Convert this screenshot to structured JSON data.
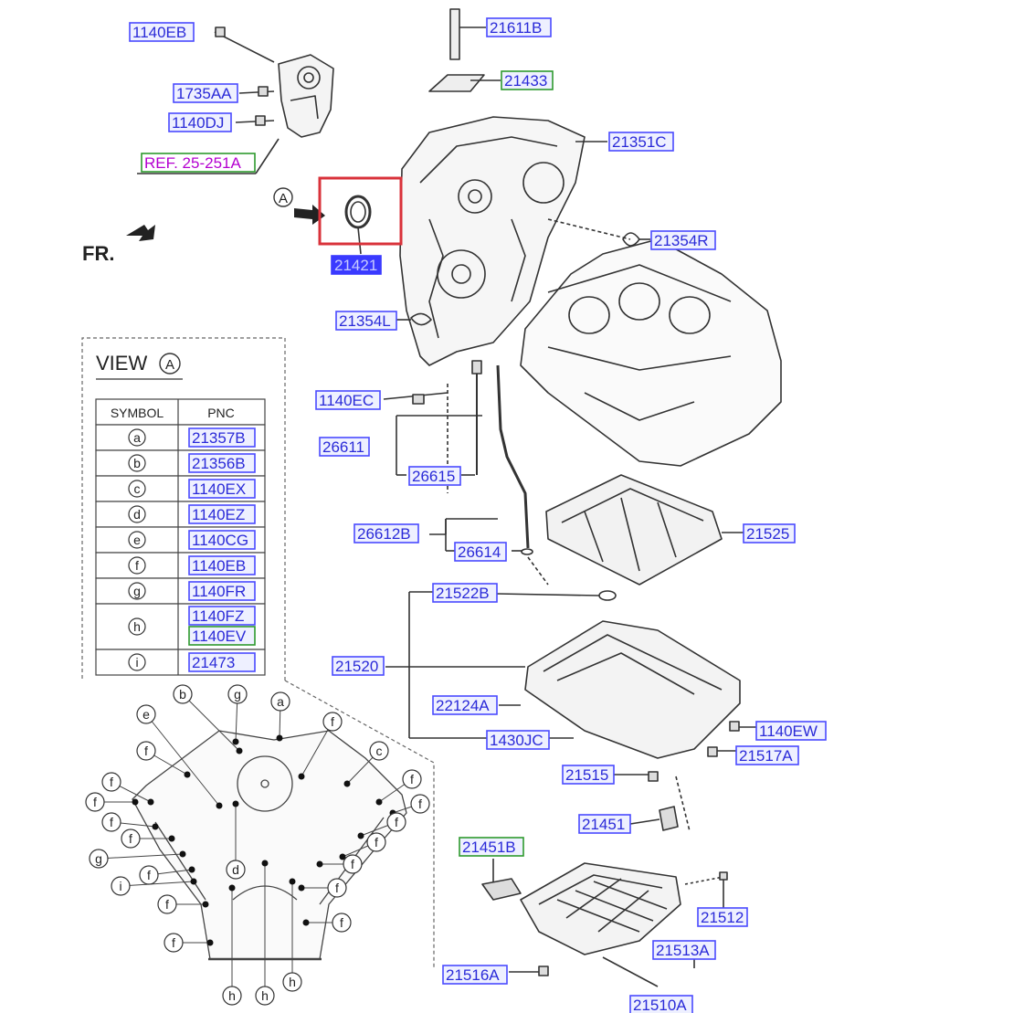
{
  "colors": {
    "label_text": "#2a2ad8",
    "label_border_blue": "#4a4aff",
    "label_border_green": "#2e9a2e",
    "label_fill": "#eef0ff",
    "highlight_fill": "#3a3aff",
    "highlight_text": "#c8ccff",
    "ref_text": "#b400d0",
    "highlight_frame": "#d9323a",
    "line": "#333333"
  },
  "diagram": {
    "direction_label": "FR.",
    "view_marker": "A",
    "view": {
      "title": "VIEW",
      "marker": "A",
      "columns": [
        "SYMBOL",
        "PNC"
      ],
      "rows": [
        {
          "symbol": "a",
          "pnc": [
            "21357B"
          ]
        },
        {
          "symbol": "b",
          "pnc": [
            "21356B"
          ]
        },
        {
          "symbol": "c",
          "pnc": [
            "1140EX"
          ]
        },
        {
          "symbol": "d",
          "pnc": [
            "1140EZ"
          ]
        },
        {
          "symbol": "e",
          "pnc": [
            "1140CG"
          ]
        },
        {
          "symbol": "f",
          "pnc": [
            "1140EB"
          ]
        },
        {
          "symbol": "g",
          "pnc": [
            "1140FR"
          ]
        },
        {
          "symbol": "h",
          "pnc": [
            "1140FZ",
            "1140EV"
          ]
        },
        {
          "symbol": "i",
          "pnc": [
            "21473"
          ]
        }
      ]
    },
    "callouts": [
      {
        "text": "1140EB",
        "style": "blue"
      },
      {
        "text": "1735AA",
        "style": "blue"
      },
      {
        "text": "1140DJ",
        "style": "blue"
      },
      {
        "text": "REF. 25-251A",
        "style": "ref"
      },
      {
        "text": "21611B",
        "style": "blue"
      },
      {
        "text": "21433",
        "style": "green"
      },
      {
        "text": "21351C",
        "style": "blue"
      },
      {
        "text": "21421",
        "style": "highlight"
      },
      {
        "text": "21354R",
        "style": "blue"
      },
      {
        "text": "21354L",
        "style": "blue"
      },
      {
        "text": "1140EC",
        "style": "blue"
      },
      {
        "text": "26611",
        "style": "blue"
      },
      {
        "text": "26615",
        "style": "blue"
      },
      {
        "text": "26612B",
        "style": "blue"
      },
      {
        "text": "26614",
        "style": "blue"
      },
      {
        "text": "21525",
        "style": "blue"
      },
      {
        "text": "21522B",
        "style": "blue"
      },
      {
        "text": "21520",
        "style": "blue"
      },
      {
        "text": "22124A",
        "style": "blue"
      },
      {
        "text": "1430JC",
        "style": "blue"
      },
      {
        "text": "1140EW",
        "style": "blue"
      },
      {
        "text": "21517A",
        "style": "blue"
      },
      {
        "text": "21515",
        "style": "blue"
      },
      {
        "text": "21451",
        "style": "blue"
      },
      {
        "text": "21451B",
        "style": "green"
      },
      {
        "text": "21512",
        "style": "blue"
      },
      {
        "text": "21513A",
        "style": "blue"
      },
      {
        "text": "21516A",
        "style": "blue"
      },
      {
        "text": "21510A",
        "style": "blue"
      }
    ],
    "symbol_circles": [
      "b",
      "g",
      "a",
      "e",
      "f",
      "f",
      "c",
      "f",
      "f",
      "f",
      "f",
      "f",
      "f",
      "g",
      "f",
      "i",
      "f",
      "f",
      "f",
      "f",
      "f",
      "f",
      "f",
      "d",
      "h",
      "h",
      "h"
    ]
  }
}
